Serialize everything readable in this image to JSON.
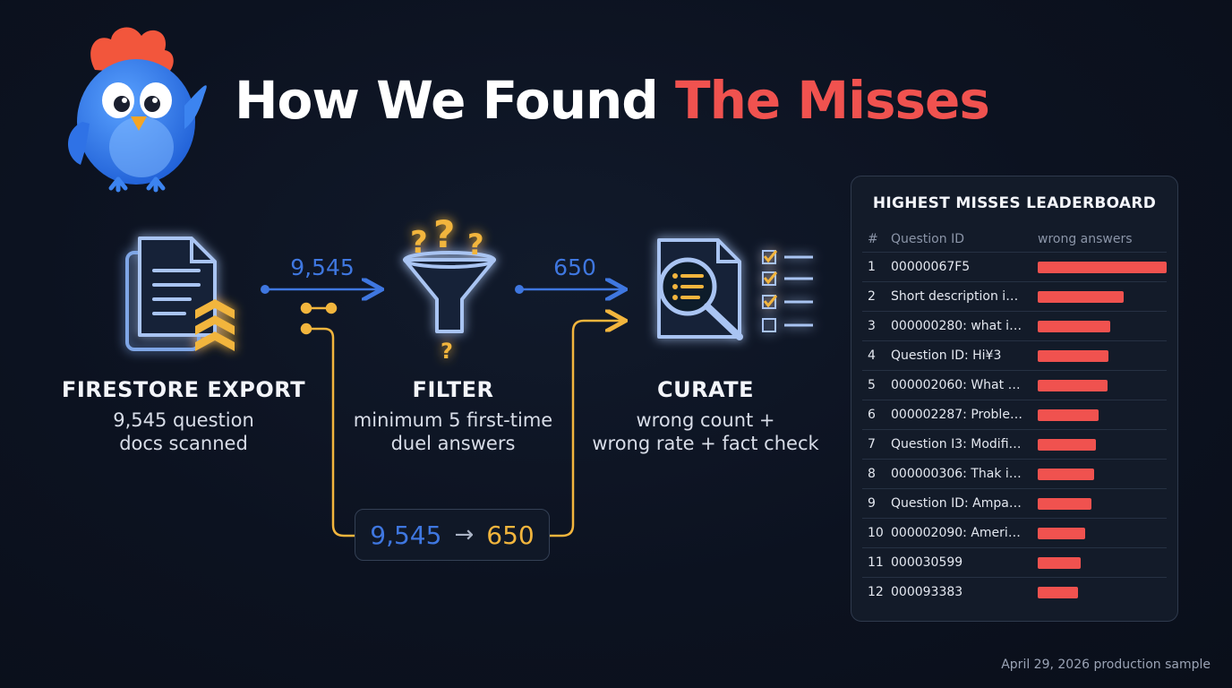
{
  "title": {
    "main": "How We Found",
    "accent": "The Misses"
  },
  "colors": {
    "accent_red": "#f0524f",
    "blue": "#3f77e0",
    "gold": "#f2b53d"
  },
  "steps": [
    {
      "icon": "document-export-icon",
      "title": "FIRESTORE EXPORT",
      "desc_line1": "9,545 question",
      "desc_line2": "docs scanned"
    },
    {
      "icon": "funnel-question-icon",
      "title": "FILTER",
      "desc_line1": "minimum 5 first-time",
      "desc_line2": "duel answers"
    },
    {
      "icon": "magnifier-checklist-icon",
      "title": "CURATE",
      "desc_line1": "wrong count +",
      "desc_line2": "wrong rate + fact check"
    }
  ],
  "edges": {
    "first": "9,545",
    "second": "650"
  },
  "summary": {
    "from": "9,545",
    "arrow": "→",
    "to": "650"
  },
  "leaderboard": {
    "title": "HIGHEST MISSES LEADERBOARD",
    "columns": [
      "#",
      "Question ID",
      "wrong answers"
    ],
    "rows": [
      {
        "rank": "1",
        "question_id": "00000067F5",
        "wrong_share": 1.0
      },
      {
        "rank": "2",
        "question_id": "Short description in...",
        "wrong_share": 0.67
      },
      {
        "rank": "3",
        "question_id": "000000280: what it...",
        "wrong_share": 0.56
      },
      {
        "rank": "4",
        "question_id": "Question ID: Hi¥3",
        "wrong_share": 0.55
      },
      {
        "rank": "5",
        "question_id": "000002060: What h...",
        "wrong_share": 0.54
      },
      {
        "rank": "6",
        "question_id": "000002287: Problen...",
        "wrong_share": 0.47
      },
      {
        "rank": "7",
        "question_id": "Question I3: Modific...",
        "wrong_share": 0.45
      },
      {
        "rank": "8",
        "question_id": "000000306: Thak in...",
        "wrong_share": 0.44
      },
      {
        "rank": "9",
        "question_id": "Question ID: Ampati...",
        "wrong_share": 0.42
      },
      {
        "rank": "10",
        "question_id": "000002090: Americ...",
        "wrong_share": 0.37
      },
      {
        "rank": "11",
        "question_id": "000030599",
        "wrong_share": 0.33
      },
      {
        "rank": "12",
        "question_id": "000093383",
        "wrong_share": 0.31
      }
    ]
  },
  "footnote": "April 29, 2026 production sample"
}
